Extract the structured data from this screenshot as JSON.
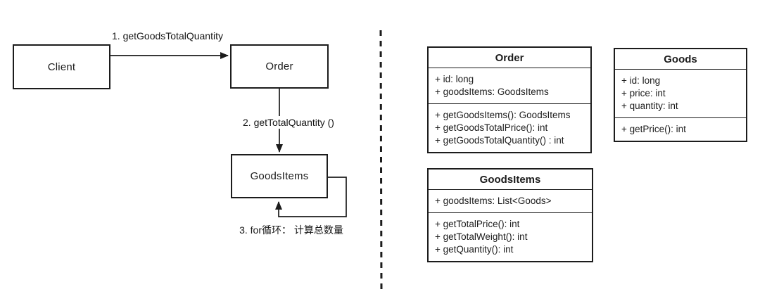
{
  "canvas": {
    "background": "#ffffff",
    "line_color": "#1c1c1c"
  },
  "sequence_diagram": {
    "nodes": [
      {
        "label": "Client"
      },
      {
        "label": "Order"
      },
      {
        "label": "GoodsItems"
      }
    ],
    "messages": [
      {
        "label": "1. getGoodsTotalQuantity"
      },
      {
        "label": "2. getTotalQuantity ()"
      },
      {
        "label": "3. for循环： 计算总数量"
      }
    ]
  },
  "class_diagram": {
    "classes": [
      {
        "name": "Order",
        "attributes": [
          "+ id: long",
          "+ goodsItems: GoodsItems"
        ],
        "methods": [
          "+ getGoodsItems(): GoodsItems",
          "+ getGoodsTotalPrice(): int",
          "+ getGoodsTotalQuantity() : int"
        ]
      },
      {
        "name": "Goods",
        "attributes": [
          "+ id: long",
          "+ price: int",
          "+ quantity: int"
        ],
        "methods": [
          "+ getPrice(): int"
        ]
      },
      {
        "name": "GoodsItems",
        "attributes": [
          "+ goodsItems: List<Goods>"
        ],
        "methods": [
          "+ getTotalPrice(): int",
          "+ getTotalWeight(): int",
          "+ getQuantity(): int"
        ]
      }
    ]
  }
}
